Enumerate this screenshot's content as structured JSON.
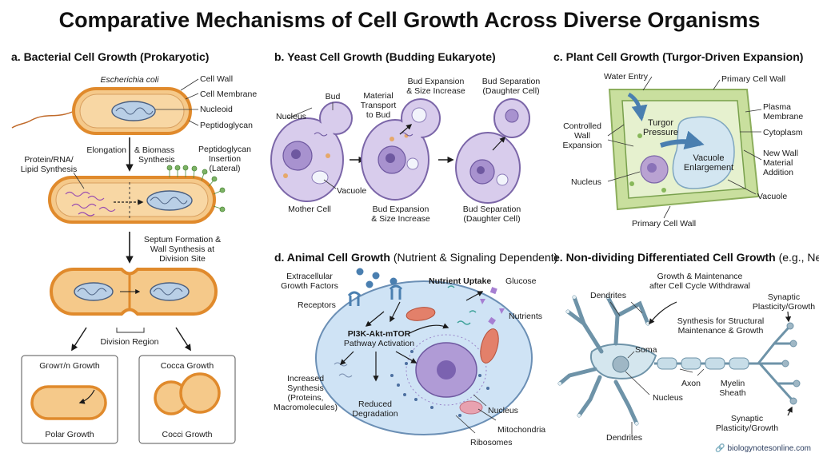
{
  "title": "Comparative Mechanisms of Cell Growth Across Diverse Organisms",
  "panels": {
    "a": {
      "heading": "a. Bacterial Cell Growth (Prokaryotic)",
      "species": "Escherichia coli",
      "cell_wall": "Cell Wall",
      "cell_membrane": "Cell Membrane",
      "nucleoid": "Nucleoid",
      "peptidoglycan": "Peptidoglycan",
      "elongation": "Elongation",
      "biomass_1": "& Biomass",
      "biomass_2": "Synthesis",
      "protein_1": "Protein/RNA/",
      "protein_2": "Lipid Synthesis",
      "insertion_1": "Peptidoglycan",
      "insertion_2": "Insertion",
      "insertion_3": "(Lateral)",
      "septum_1": "Septum Formation &",
      "septum_2": "Wall Synthesis at",
      "septum_3": "Division Site",
      "division_region": "Division Region",
      "box1_title": "Gгоwт/n Growth",
      "box1_label": "Polar Growth",
      "box2_title": "Cocca Growth",
      "box2_label": "Cocci Growth"
    },
    "b": {
      "heading": "b. Yeast Cell Growth (Budding Eukaryote)",
      "bud": "Bud",
      "nucleus": "Nucleus",
      "transport_1": "Material",
      "transport_2": "Transport",
      "transport_3": "to Bud",
      "exp_top_1": "Bud Expansion",
      "exp_top_2": "& Size Increase",
      "sep_top_1": "Bud Separation",
      "sep_top_2": "(Daughter Cell)",
      "vacuole": "Vacuole",
      "mother_cell": "Mother Cell",
      "exp_bot_1": "Bud Expansion",
      "exp_bot_2": "& Size Increase",
      "sep_bot_1": "Bud Separation",
      "sep_bot_2": "(Daughter Cell)"
    },
    "c": {
      "heading": "c. Plant Cell Growth (Turgor-Driven Expansion)",
      "water_entry": "Water Entry",
      "primary_wall_top": "Primary Cell Wall",
      "turgor_1": "Turgor",
      "turgor_2": "Pressure",
      "plasma_1": "Plasma",
      "plasma_2": "Membrane",
      "controlled_1": "Controlled",
      "controlled_2": "Wall",
      "controlled_3": "Expansion",
      "cytoplasm": "Cytoplasm",
      "new_wall_1": "New Wall",
      "new_wall_2": "Material",
      "new_wall_3": "Addition",
      "vacuole_enl_1": "Vacuole",
      "vacuole_enl_2": "Enlargement",
      "nucleus": "Nucleus",
      "vacuole": "Vacuole",
      "primary_wall_bottom": "Primary Cell Wall"
    },
    "d": {
      "heading": "d. Animal Cell Growth",
      "heading_sub": "(Nutrient & Signaling Dependent)",
      "gf_1": "Extracellular",
      "gf_2": "Growth Factors",
      "nutrient_uptake": "Nutrient Uptake",
      "glucose": "Glucose",
      "receptors": "Receptors",
      "nutrients": "Nutrients",
      "pathway_1": "PI3K-Akt-mTOR",
      "pathway_2": "Pathway Activation",
      "synth_1": "Increased",
      "synth_2": "Synthesis",
      "synth_3": "(Proteins,",
      "synth_4": "Macromolecules)",
      "degr_1": "Reduced",
      "degr_2": "Degradation",
      "nucleus": "Nucleus",
      "mitochondria": "Mitochondria",
      "ribosomes": "Ribosomes"
    },
    "e": {
      "heading": "e. Non-dividing Differentiated Cell Growth",
      "heading_sub": "(e.g., Neuron)",
      "maint_1": "Growth & Maintenance",
      "maint_2": "after Cell Cycle Withdrawal",
      "dendrites_top": "Dendrites",
      "synaptic_top_1": "Synaptic",
      "synaptic_top_2": "Plasticity/Growth",
      "struct_1": "Synthesis for Structural",
      "struct_2": "Maintenance & Growth",
      "soma": "Soma",
      "axon": "Axon",
      "myelin_1": "Myelin",
      "myelin_2": "Sheath",
      "nucleus": "Nucleus",
      "synaptic_bot_1": "Synaptic",
      "synaptic_bot_2": "Plasticity/Growth",
      "dendrites_bottom": "Dendrites"
    }
  },
  "credit": "biologynotesonline.com",
  "colors": {
    "bacteria_fill": "#f5c98a",
    "bacteria_wall": "#e08a2c",
    "yeast_fill": "#d8ccec",
    "plant_wall": "#c9df9e",
    "animal_fill": "#cfe3f5",
    "neuron_fill": "#d4e6ee"
  }
}
